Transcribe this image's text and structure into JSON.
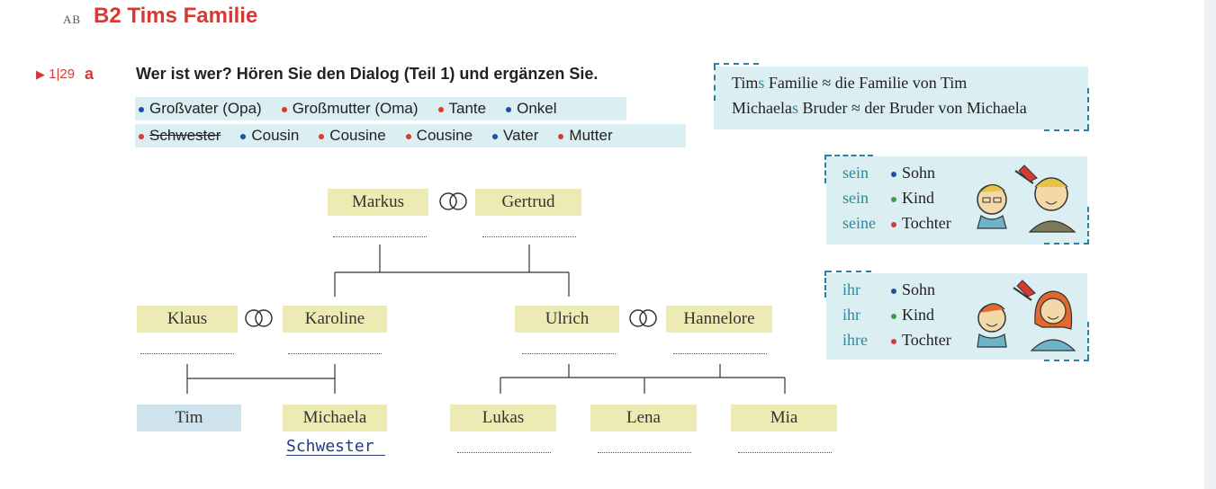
{
  "header": {
    "ab": "AB",
    "section_code": "B2",
    "section_title": "Tims Familie"
  },
  "task": {
    "track": "1|29",
    "letter": "a",
    "instruction": "Wer ist wer? Hören Sie den Dialog (Teil 1) und ergänzen Sie."
  },
  "word_bank": {
    "row1": [
      {
        "text": "Großvater (Opa)",
        "color": "blue",
        "struck": false
      },
      {
        "text": "Großmutter (Oma)",
        "color": "red",
        "struck": false
      },
      {
        "text": "Tante",
        "color": "red",
        "struck": false
      },
      {
        "text": "Onkel",
        "color": "blue",
        "struck": false
      }
    ],
    "row2": [
      {
        "text": "Schwester",
        "color": "red",
        "struck": true
      },
      {
        "text": "Cousin",
        "color": "blue",
        "struck": false
      },
      {
        "text": "Cousine",
        "color": "red",
        "struck": false
      },
      {
        "text": "Cousine",
        "color": "red",
        "struck": false
      },
      {
        "text": "Vater",
        "color": "blue",
        "struck": false
      },
      {
        "text": "Mutter",
        "color": "red",
        "struck": false
      }
    ]
  },
  "genitive_box": {
    "line1": {
      "a": "Tim",
      "s": "s",
      "b": " Familie ≈ die Familie von Tim"
    },
    "line2": {
      "a": "Michaela",
      "s": "s",
      "b": " Bruder ≈ der Bruder von Michaela"
    }
  },
  "sein_box": {
    "rows": [
      {
        "poss": "sein",
        "noun": "Sohn",
        "color": "blue"
      },
      {
        "poss": "sein",
        "noun": "Kind",
        "color": "green"
      },
      {
        "poss": "seine",
        "noun": "Tochter",
        "color": "red"
      }
    ]
  },
  "ihr_box": {
    "rows": [
      {
        "poss": "ihr",
        "noun": "Sohn",
        "color": "blue"
      },
      {
        "poss": "ihr",
        "noun": "Kind",
        "color": "green"
      },
      {
        "poss": "ihre",
        "noun": "Tochter",
        "color": "red"
      }
    ]
  },
  "tree": {
    "markus": "Markus",
    "gertrud": "Gertrud",
    "klaus": "Klaus",
    "karoline": "Karoline",
    "ulrich": "Ulrich",
    "hannelore": "Hannelore",
    "tim": "Tim",
    "michaela": "Michaela",
    "lukas": "Lukas",
    "lena": "Lena",
    "mia": "Mia",
    "michaela_answer": "Schwester"
  },
  "colors": {
    "accent_red": "#d63a32",
    "bullet_blue": "#1f4fa0",
    "bullet_green": "#3aa04a",
    "teal": "#2b8aa0",
    "box_bg": "#dbeef2",
    "name_bg": "#ecebb4"
  }
}
